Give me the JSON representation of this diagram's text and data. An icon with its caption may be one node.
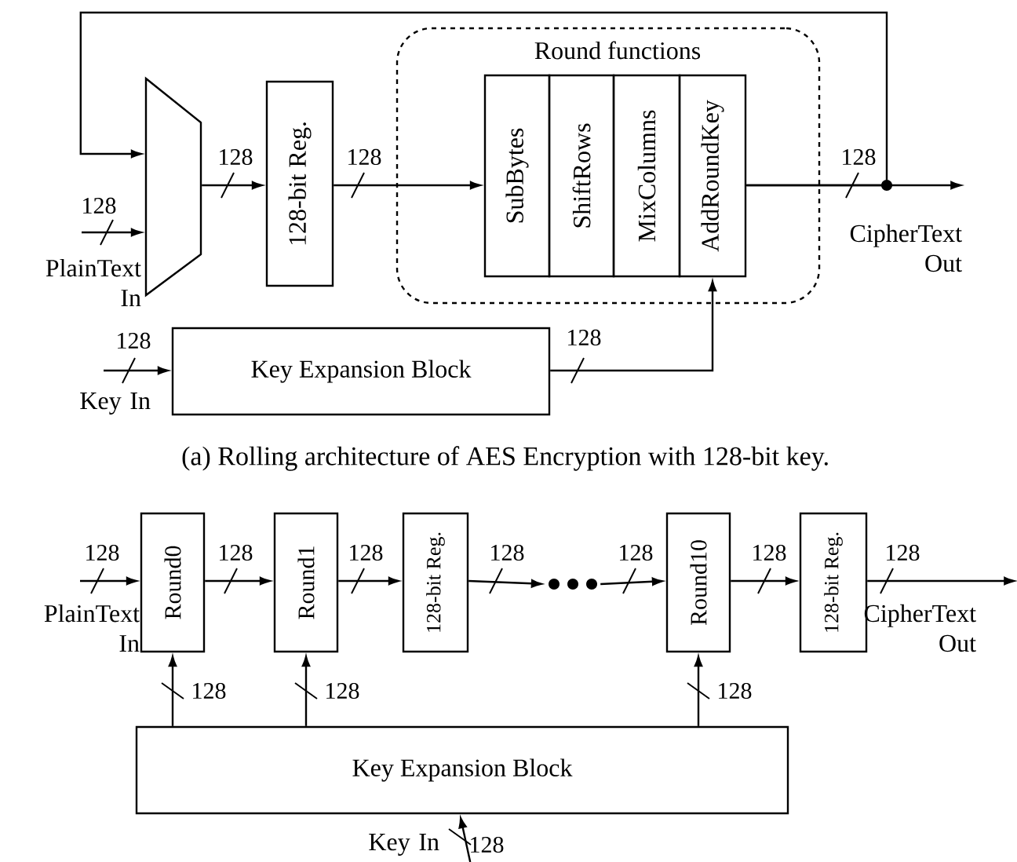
{
  "diagram": {
    "nodes": [
      {
        "text": [],
        "shape": "trapezoid"
      },
      {
        "text": [
          "128-bit Reg."
        ]
      },
      {
        "text": [
          "Round functions"
        ]
      },
      {
        "text": [
          "SubBytes"
        ],
        "in": 2
      },
      {
        "text": [
          "ShiftRows"
        ],
        "in": 2
      },
      {
        "text": [
          "MixColumns"
        ],
        "in": 2
      },
      {
        "text": [
          "AddRoundKey"
        ],
        "in": 2
      },
      {
        "text": [
          "Key Expansion Block"
        ]
      },
      {
        "text": [
          "PlainText In"
        ]
      },
      {
        "text": [
          "Key In"
        ]
      },
      {
        "text": [
          "CipherText Out"
        ]
      },
      {
        "text": [
          "Round0"
        ]
      },
      {
        "text": [
          "Round1"
        ]
      },
      {
        "text": [
          "128-bit Reg."
        ]
      },
      {
        "text": [],
        "shape": "dots"
      },
      {
        "text": [
          "Round10"
        ]
      },
      {
        "text": [
          "128-bit Reg."
        ]
      },
      {
        "text": [
          "Key Expansion Block"
        ]
      },
      {
        "text": [
          "PlainText In"
        ]
      },
      {
        "text": [
          "CipherText Out"
        ]
      },
      {
        "text": [
          "Key In"
        ]
      }
    ],
    "edges": [
      {
        "from": 8,
        "to": 0,
        "arrow": "to",
        "label": "128"
      },
      {
        "from": 0,
        "to": 1,
        "arrow": "to",
        "label": "128"
      },
      {
        "from": 1,
        "to": 3,
        "arrow": "to",
        "label": "128"
      },
      {
        "from": 6,
        "to": 10,
        "arrow": "to",
        "label": "128"
      },
      {
        "from": 6,
        "to": 0,
        "arrow": "to"
      },
      {
        "from": 9,
        "to": 7,
        "arrow": "to",
        "label": "128"
      },
      {
        "from": 7,
        "to": 6,
        "arrow": "to",
        "label": "128"
      },
      {
        "from": 18,
        "to": 11,
        "arrow": "to",
        "label": "128"
      },
      {
        "from": 11,
        "to": 12,
        "arrow": "to",
        "label": "128"
      },
      {
        "from": 12,
        "to": 13,
        "arrow": "to",
        "label": "128"
      },
      {
        "from": 13,
        "to": 14,
        "arrow": "to",
        "label": "128"
      },
      {
        "from": 14,
        "to": 15,
        "arrow": "to",
        "label": "128"
      },
      {
        "from": 15,
        "to": 16,
        "arrow": "to",
        "label": "128"
      },
      {
        "from": 16,
        "to": 19,
        "arrow": "to",
        "label": "128"
      },
      {
        "from": 17,
        "to": 11,
        "arrow": "to",
        "label": "128"
      },
      {
        "from": 17,
        "to": 12,
        "arrow": "to",
        "label": "128"
      },
      {
        "from": 17,
        "to": 15,
        "arrow": "to",
        "label": "128"
      },
      {
        "from": 20,
        "to": 17,
        "arrow": "to",
        "label": "128"
      }
    ],
    "labels": [
      "(a) Rolling architecture of AES Encryption with 128-bit key."
    ]
  }
}
